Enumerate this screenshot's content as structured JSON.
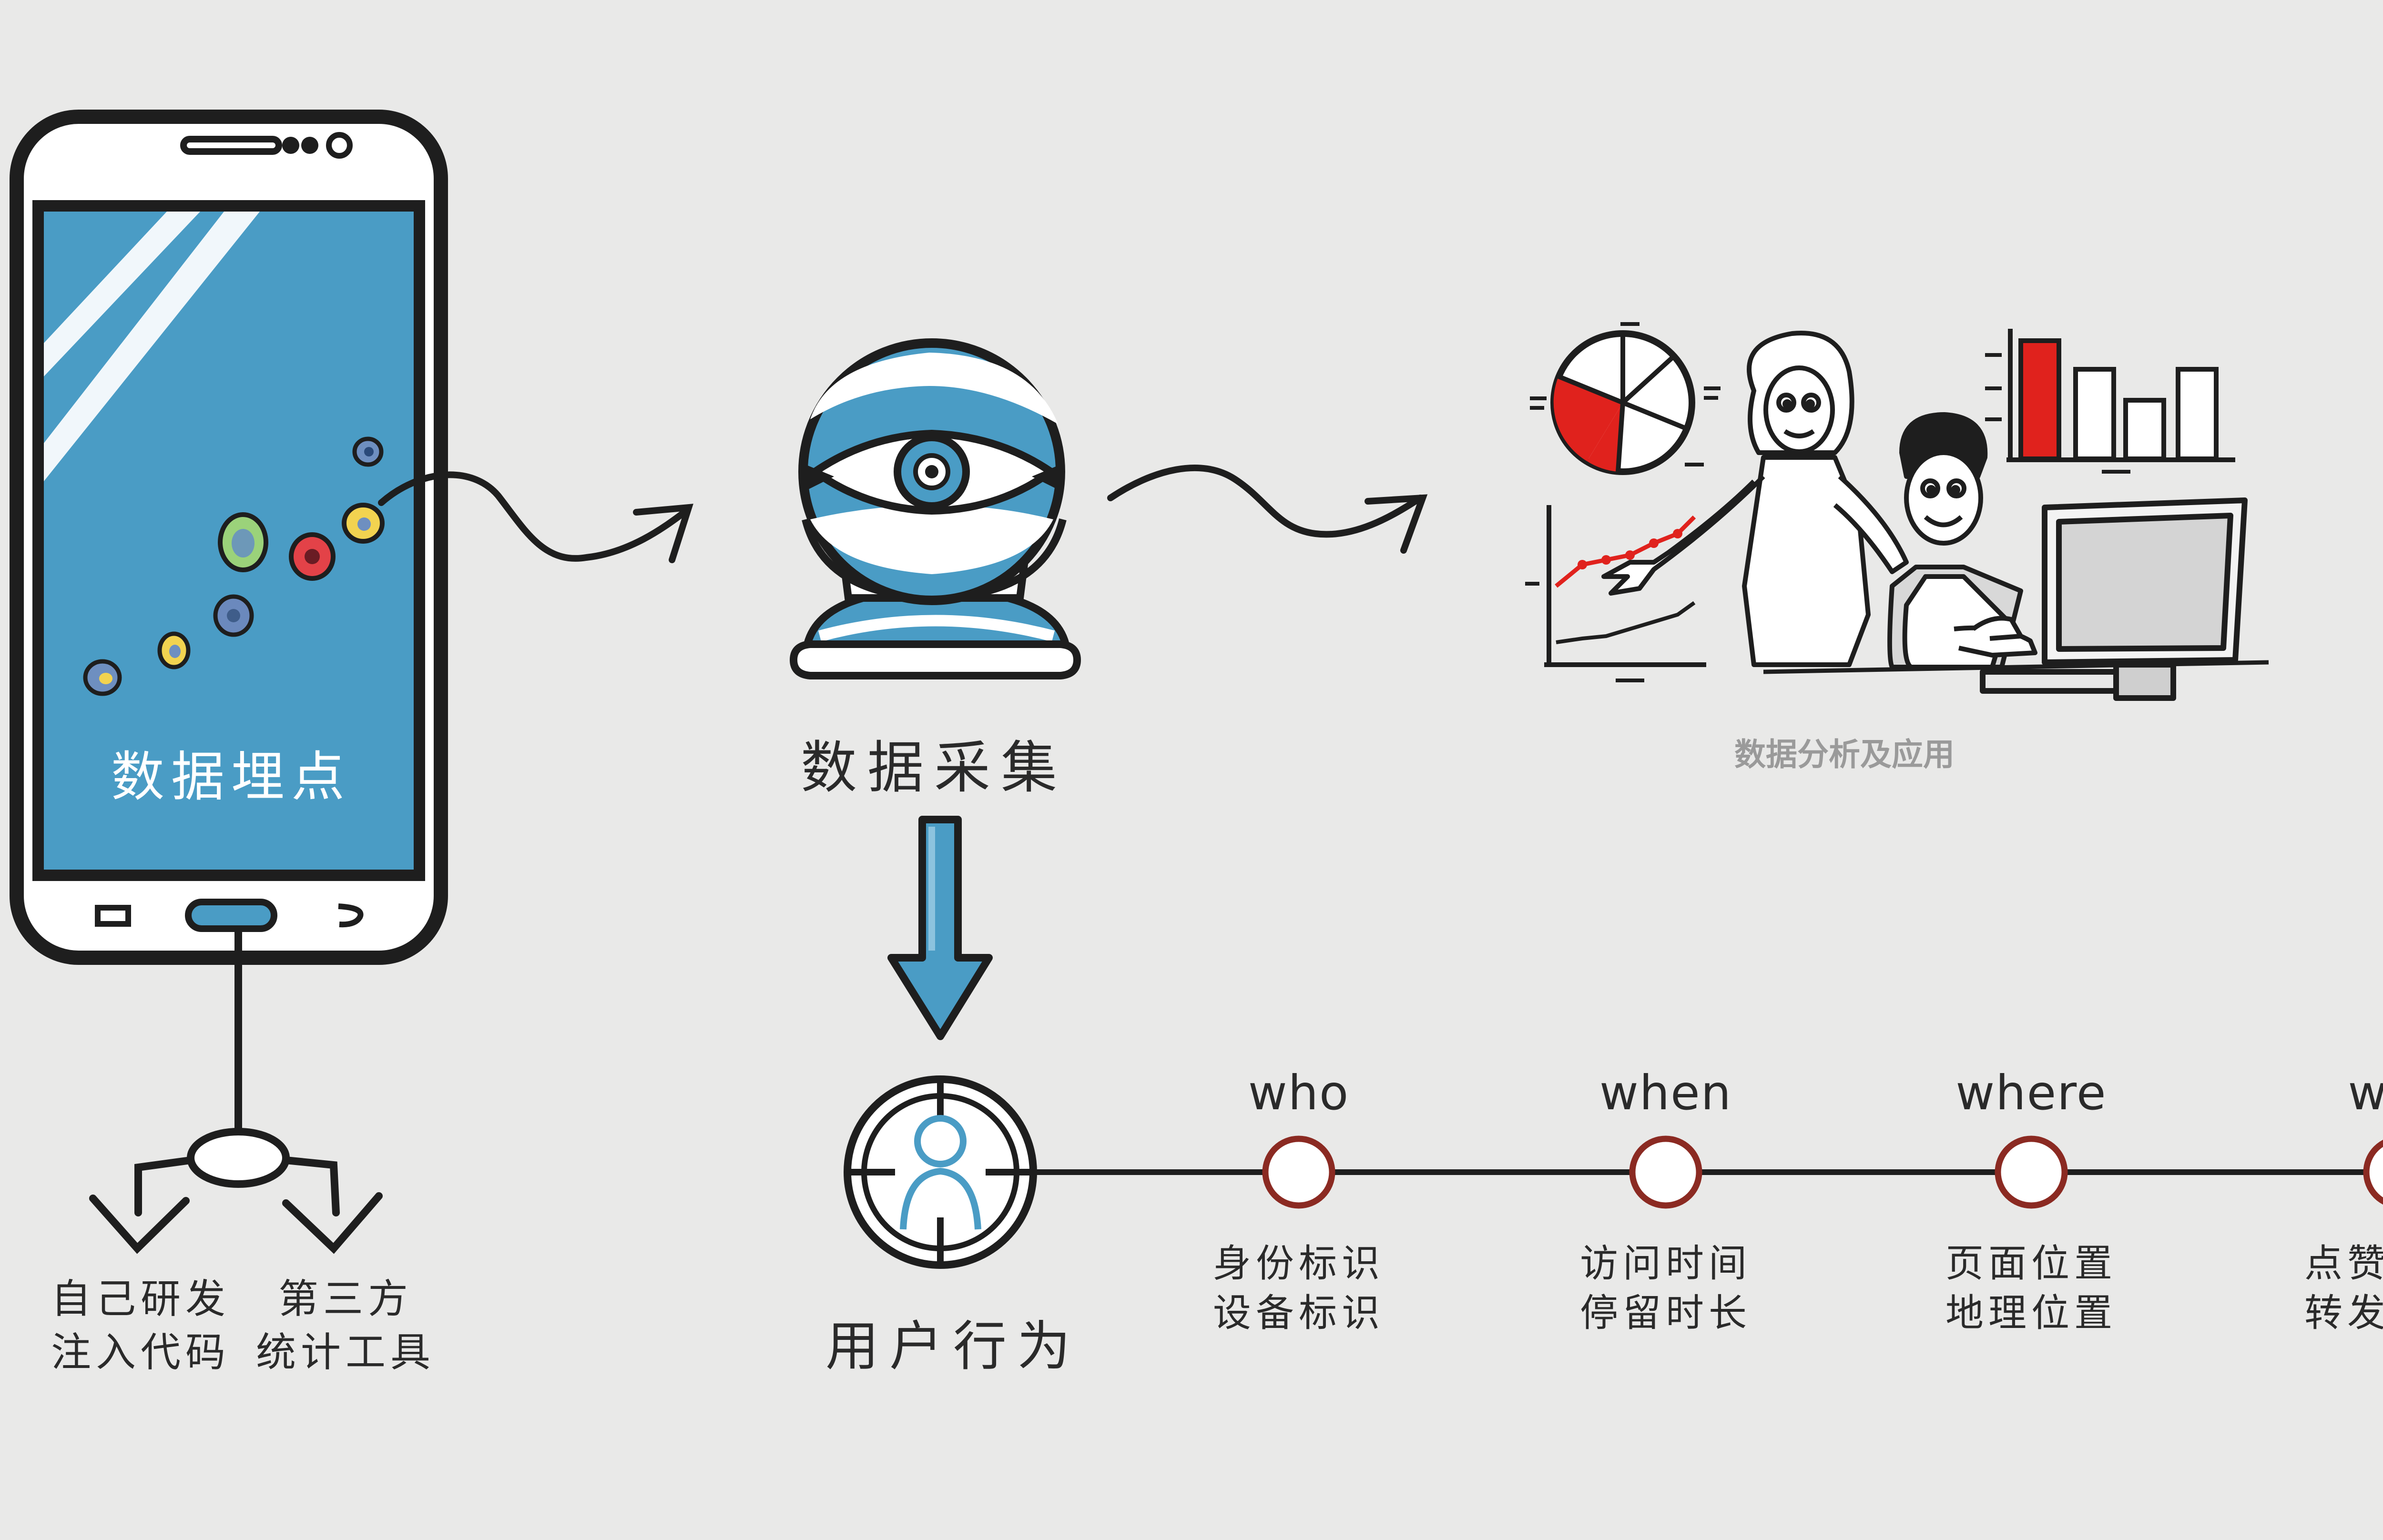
{
  "phone": {
    "label": "数据埋点"
  },
  "collection": {
    "label": "数据采集"
  },
  "analysis": {
    "label": "数据分析及应用"
  },
  "user_behavior": {
    "label": "用户行为"
  },
  "methods": [
    {
      "line1": "自己研发",
      "line2": "注入代码"
    },
    {
      "line1": "第三方",
      "line2": "统计工具"
    }
  ],
  "timeline": [
    {
      "title": "who",
      "line1": "身份标识",
      "line2": "设备标识"
    },
    {
      "title": "when",
      "line1": "访问时间",
      "line2": "停留时长"
    },
    {
      "title": "where",
      "line1": "页面位置",
      "line2": "地理位置"
    },
    {
      "title": "what",
      "line1": "点赞、收藏",
      "line2": "转发、评论"
    }
  ],
  "colors": {
    "background": "#e9e9e8",
    "ink": "#1e1e1e",
    "blue": "#4a9cc5",
    "red": "#e0221d",
    "node_ring": "#8b2a22"
  }
}
